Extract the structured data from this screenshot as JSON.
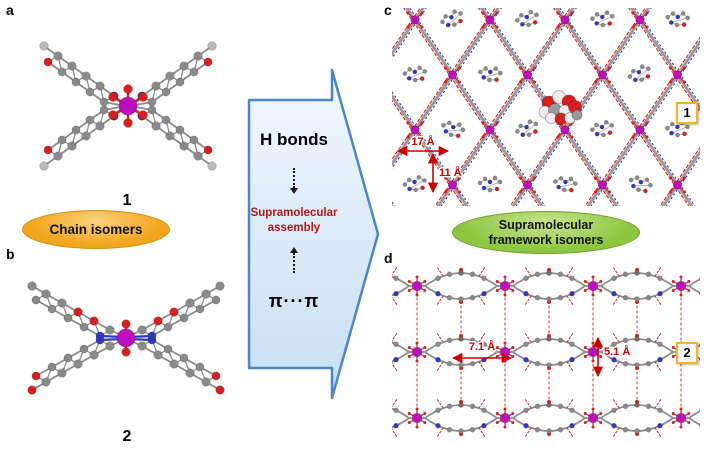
{
  "panels": {
    "a": {
      "label": "a",
      "molecule_label": "1"
    },
    "b": {
      "label": "b",
      "molecule_label": "2"
    },
    "c": {
      "label": "c",
      "badge": "1",
      "horizontal_distance": "17 Å",
      "vertical_distance": "11 Å"
    },
    "d": {
      "label": "d",
      "badge": "2",
      "horizontal_distance": "7.1 Å",
      "vertical_distance": "5.1 Å"
    }
  },
  "labels": {
    "chain_isomers": "Chain isomers",
    "framework_isomers_line1": "Supramolecular",
    "framework_isomers_line2": "framework isomers"
  },
  "arrow": {
    "hbonds": "H bonds",
    "assembly_line1": "Supramolecular",
    "assembly_line2": "assembly",
    "pi_stacking": "π···π"
  },
  "colors": {
    "orange-pill": "#F2A51C",
    "green-pill": "#8DC63F",
    "arrow-border": "#4A86C8",
    "arrow-fill": "#DDEBF7",
    "annotation-red": "#CC0000",
    "assembly-red": "#B01818",
    "metal-magenta": "#BE0EBE",
    "badge-border": "#F6B221",
    "oxygen-red": "#D81F1F",
    "nitrogen-blue": "#2F39C0",
    "carbon-gray": "#8A8A8A"
  }
}
